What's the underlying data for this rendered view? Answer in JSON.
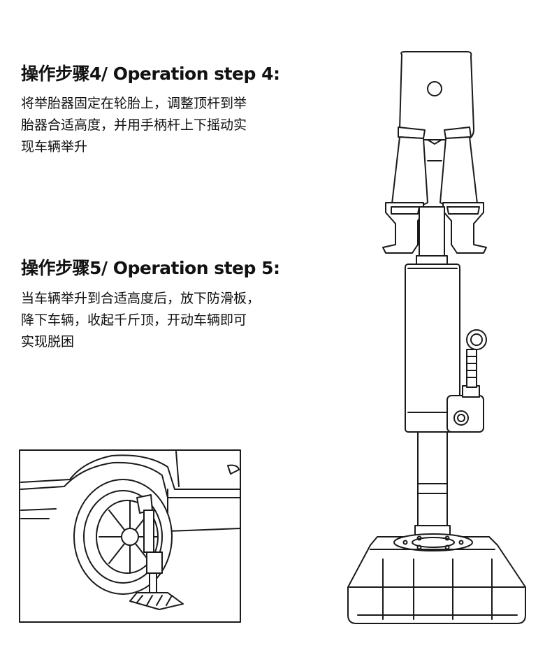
{
  "steps": [
    {
      "title": "操作步骤4/ Operation step 4:",
      "lines": [
        "将举胎器固定在轮胎上，调整顶杆到举",
        "胎器合适高度，并用手柄杆上下摇动实",
        "现车辆举升"
      ]
    },
    {
      "title": "操作步骤5/ Operation step 5:",
      "lines": [
        "当车辆举升到合适高度后，放下防滑板，",
        "降下车辆，收起千斤顶，开动车辆即可",
        "实现脱困"
      ]
    }
  ],
  "colors": {
    "text": "#111111",
    "line_art": "#1a1a1a",
    "background": "#ffffff"
  }
}
